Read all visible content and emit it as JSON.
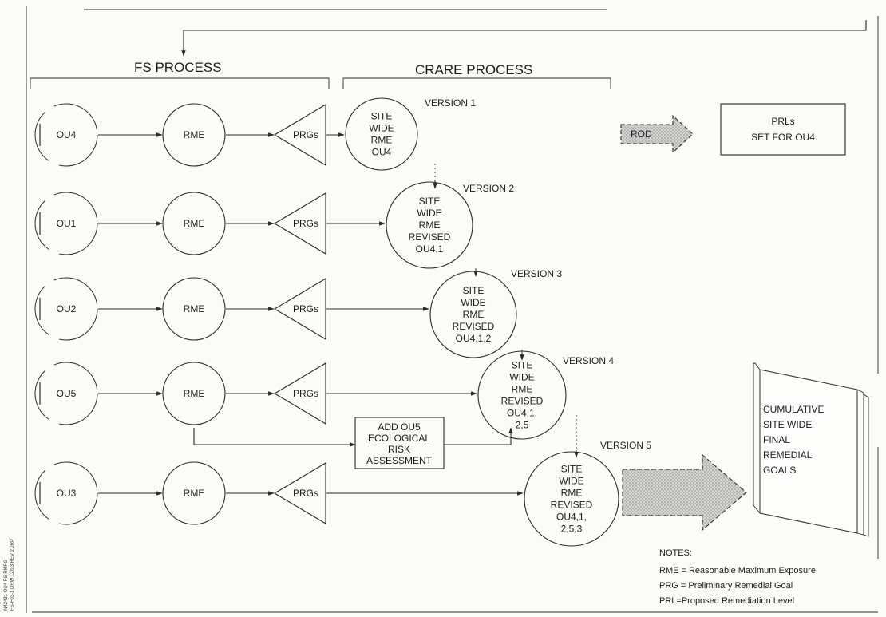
{
  "headers": {
    "fs_process": "FS PROCESS",
    "crare_process": "CRARE PROCESS"
  },
  "rows": [
    {
      "ou": "OU4",
      "rme": "RME",
      "prg": "PRGs",
      "circle_lines": [
        "SITE",
        "WIDE",
        "RME",
        "OU4"
      ],
      "version": "VERSION 1"
    },
    {
      "ou": "OU1",
      "rme": "RME",
      "prg": "PRGs",
      "circle_lines": [
        "SITE",
        "WIDE",
        "RME",
        "REVISED",
        "OU4,1"
      ],
      "version": "VERSION 2"
    },
    {
      "ou": "OU2",
      "rme": "RME",
      "prg": "PRGs",
      "circle_lines": [
        "SITE",
        "WIDE",
        "RME",
        "REVISED",
        "OU4,1,2"
      ],
      "version": "VERSION 3"
    },
    {
      "ou": "OU5",
      "rme": "RME",
      "prg": "PRGs",
      "circle_lines": [
        "SITE",
        "WIDE",
        "RME",
        "REVISED",
        "OU4,1,",
        "2,5"
      ],
      "version": "VERSION 4"
    },
    {
      "ou": "OU3",
      "rme": "RME",
      "prg": "PRGs",
      "circle_lines": [
        "SITE",
        "WIDE",
        "RME",
        "REVISED",
        "OU4,1,",
        "2,5,3"
      ],
      "version": "VERSION 5"
    }
  ],
  "rod_label": "ROD",
  "prl_box": [
    "PRLs",
    "SET FOR OU4"
  ],
  "eco_box": [
    "ADD OU5",
    "ECOLOGICAL",
    "RISK",
    "ASSESSMENT"
  ],
  "cumulative": [
    "CUMULATIVE",
    "SITE WIDE",
    "FINAL",
    "REMEDIAL",
    "GOALS"
  ],
  "notes": {
    "title": "NOTES:",
    "items": [
      "RME = Reasonable Maximum Exposure",
      "PRG = Preliminary Remedial Goal",
      "PRL=Proposed Remediation Level"
    ]
  },
  "side_text": [
    "N42431 OU4 FS-RMFG",
    "FS-F03-1 DRW 12/93 REV 2 JRP"
  ]
}
